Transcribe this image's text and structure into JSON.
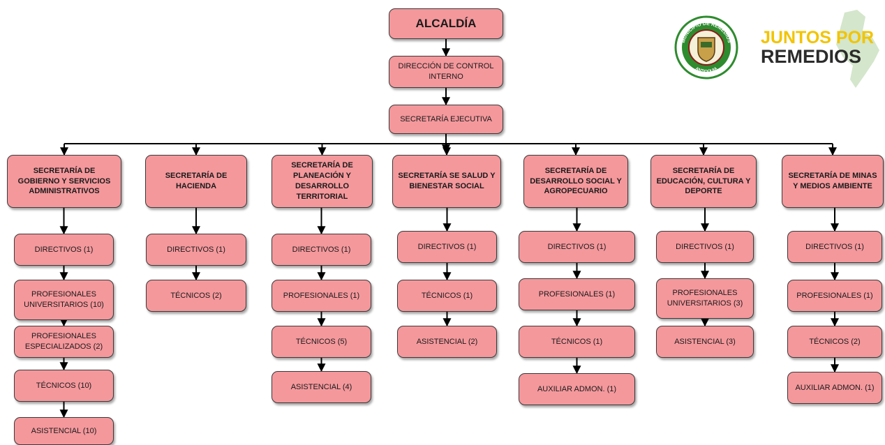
{
  "root": "ALCALDÍA",
  "control_interno": "DIRECCIÓN DE CONTROL INTERNO",
  "secretaria_ejecutiva": "SECRETARÍA EJECUTIVA",
  "columns": [
    {
      "title": "SECRETARÍA DE GOBIERNO Y SERVICIOS ADMINISTRATIVOS",
      "items": [
        "DIRECTIVOS (1)",
        "PROFESIONALES UNIVERSITARIOS (10)",
        "PROFESIONALES ESPECIALIZADOS (2)",
        "TÉCNICOS (10)",
        "ASISTENCIAL (10)"
      ]
    },
    {
      "title": "SECRETARÍA DE HACIENDA",
      "items": [
        "DIRECTIVOS (1)",
        "TÉCNICOS (2)"
      ]
    },
    {
      "title": "SECRETARÍA DE PLANEACIÓN Y DESARROLLO TERRITORIAL",
      "items": [
        "DIRECTIVOS (1)",
        "PROFESIONALES (1)",
        "TÉCNICOS (5)",
        "ASISTENCIAL (4)"
      ]
    },
    {
      "title": "SECRETARÍA SE SALUD Y BIENESTAR SOCIAL",
      "items": [
        "DIRECTIVOS (1)",
        "TÉCNICOS (1)",
        "ASISTENCIAL (2)"
      ]
    },
    {
      "title": "SECRETARÍA DE DESARROLLO SOCIAL Y AGROPECUARIO",
      "items": [
        "DIRECTIVOS (1)",
        "PROFESIONALES (1)",
        "TÉCNICOS (1)",
        "AUXILIAR ADMON. (1)"
      ]
    },
    {
      "title": "SECRETARÍA DE EDUCACIÓN, CULTURA Y DEPORTE",
      "items": [
        "DIRECTIVOS (1)",
        "PROFESIONALES UNIVERSITARIOS (3)",
        "ASISTENCIAL (3)"
      ]
    },
    {
      "title": "SECRETARÍA DE MINAS Y MEDIOS AMBIENTE",
      "items": [
        "DIRECTIVOS (1)",
        "PROFESIONALES (1)",
        "TÉCNICOS (2)",
        "AUXILIAR ADMON. (1)"
      ]
    }
  ],
  "logos": {
    "seal_top_text": "MUNICIPIO DE REMEDIOS",
    "seal_bottom_text": "ANTIOQUIA",
    "brand_line1": "JUNTOS POR",
    "brand_line2": "REMEDIOS",
    "colors": {
      "seal_green": "#2e8b2e",
      "brand_yellow": "#f2c400",
      "brand_dark": "#2b2b2b",
      "map_green": "#cfe3c5"
    }
  },
  "colors": {
    "node_fill": "#f4989c",
    "node_border": "#3a3a3a",
    "connector": "#000000"
  }
}
